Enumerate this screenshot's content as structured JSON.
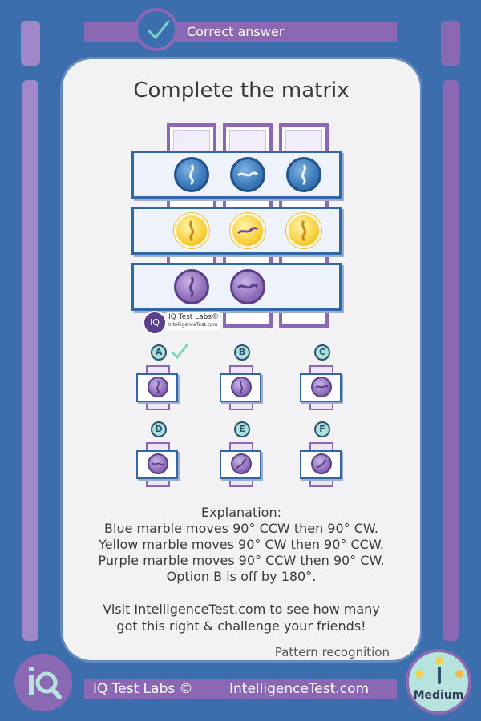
{
  "header": {
    "status_text": "Correct answer"
  },
  "card": {
    "title": "Complete the matrix",
    "watermark_brand": "IQ Test Labs©",
    "watermark_site": "IntelligenceTest.com"
  },
  "matrix": {
    "rows": [
      {
        "color": "blue",
        "cells": [
          "marble",
          "marble",
          "marble"
        ]
      },
      {
        "color": "yellow",
        "cells": [
          "marble",
          "marble",
          "marble"
        ]
      },
      {
        "color": "purple",
        "cells": [
          "marble",
          "marble",
          "empty"
        ]
      }
    ]
  },
  "options": [
    {
      "letter": "A",
      "selected": true
    },
    {
      "letter": "B",
      "selected": false
    },
    {
      "letter": "C",
      "selected": false
    },
    {
      "letter": "D",
      "selected": false
    },
    {
      "letter": "E",
      "selected": false
    },
    {
      "letter": "F",
      "selected": false
    }
  ],
  "explanation": {
    "heading": "Explanation:",
    "lines": [
      "Blue marble moves 90° CCW then 90° CW.",
      "Yellow marble moves 90° CW then 90° CCW.",
      "Purple marble moves 90° CCW then 90° CW.",
      "Option B is off by 180°."
    ]
  },
  "visit": {
    "line1": "Visit IntelligenceTest.com to see how many",
    "line2": "got this right & challenge your friends!"
  },
  "category": "Pattern recognition",
  "footer": {
    "brand": "IQ Test Labs ©",
    "site": "IntelligenceTest.com",
    "difficulty": "Medium"
  },
  "colors": {
    "frame_blue": "#3c6eae",
    "accent_purple": "#8a68b4",
    "card_bg": "#f2f2f4",
    "check_teal": "#7fd3c6"
  }
}
